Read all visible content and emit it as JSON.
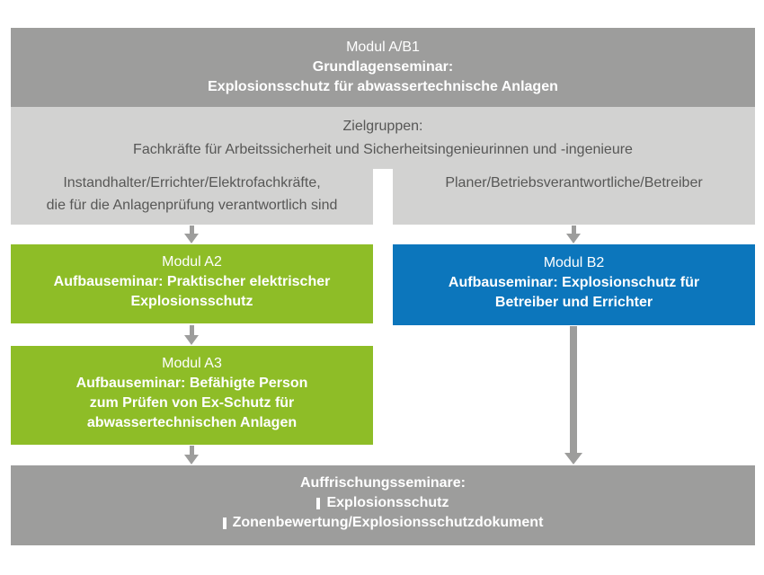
{
  "diagram": {
    "header": {
      "title": "Modul A/B1",
      "line2": "Grundlagenseminar:",
      "line3": "Explosionsschutz für abwassertechnische Anlagen"
    },
    "zielgruppen": {
      "title": "Zielgruppen:",
      "description": "Fachkräfte für Arbeitssicherheit und Sicherheitsingenieurinnen und -ingenieure"
    },
    "branch_left": {
      "line1": "Instandhalter/Errichter/Elektrofachkräfte,",
      "line2": "die für die Anlagenprüfung verantwortlich sind"
    },
    "branch_right": {
      "line1": "Planer/Betriebsverantwortliche/Betreiber"
    },
    "modul_a2": {
      "title": "Modul A2",
      "line2": "Aufbauseminar: Praktischer elektrischer",
      "line3": "Explosionsschutz"
    },
    "modul_b2": {
      "title": "Modul B2",
      "line2": "Aufbauseminar: Explosionschutz für",
      "line3": "Betreiber und Errichter"
    },
    "modul_a3": {
      "title": "Modul A3",
      "line2": "Aufbauseminar: Befähigte Person",
      "line3": "zum Prüfen von Ex-Schutz für",
      "line4": "abwassertechnischen Anlagen"
    },
    "auffrischung": {
      "title": "Auffrischungsseminare:",
      "items": [
        "Explosionsschutz",
        "Zonenbewertung/Explosionsschutzdokument"
      ]
    }
  },
  "colors": {
    "dark_gray": "#9D9D9C",
    "light_gray": "#D2D2D1",
    "green": "#8EBD27",
    "blue": "#0C76BC",
    "text_dark": "#575756",
    "arrow_gray": "#9D9D9C",
    "text_white": "#FFFFFF"
  }
}
